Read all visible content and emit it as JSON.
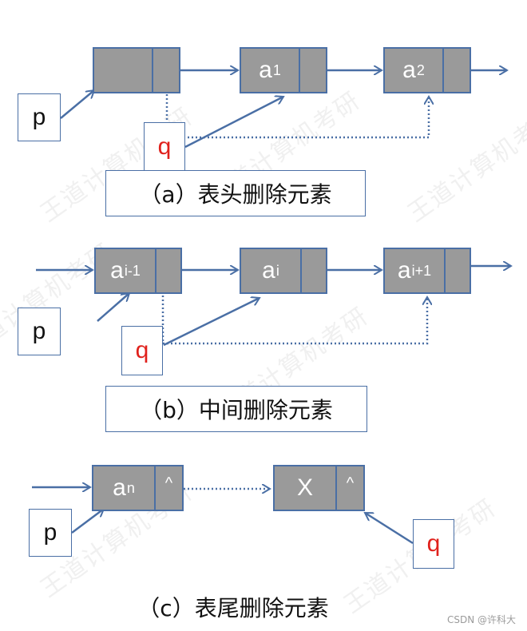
{
  "watermark_text": "王道计算机考研",
  "panels": {
    "a": {
      "caption": "（a）表头删除元素",
      "p_label": "p",
      "q_label": "q",
      "node1": {
        "base": "a",
        "sub": "1"
      },
      "node2": {
        "base": "a",
        "sub": "2"
      }
    },
    "b": {
      "caption": "（b）中间删除元素",
      "p_label": "p",
      "q_label": "q",
      "node_prev": {
        "base": "a",
        "sub": "i-1"
      },
      "node_cur": {
        "base": "a",
        "sub": "i"
      },
      "node_next": {
        "base": "a",
        "sub": "i+1"
      }
    },
    "c": {
      "caption": "（c）表尾删除元素",
      "p_label": "p",
      "q_label": "q",
      "node_last": {
        "base": "a",
        "sub": "n",
        "null_mark": "^"
      },
      "node_removed": {
        "base": "X",
        "null_mark": "^"
      }
    }
  },
  "footer": "CSDN @许科大",
  "colors": {
    "node_fill": "#9a9a9a",
    "border": "#4a6fa5",
    "arrow": "#4a6fa5",
    "q_text": "#e0211c"
  }
}
